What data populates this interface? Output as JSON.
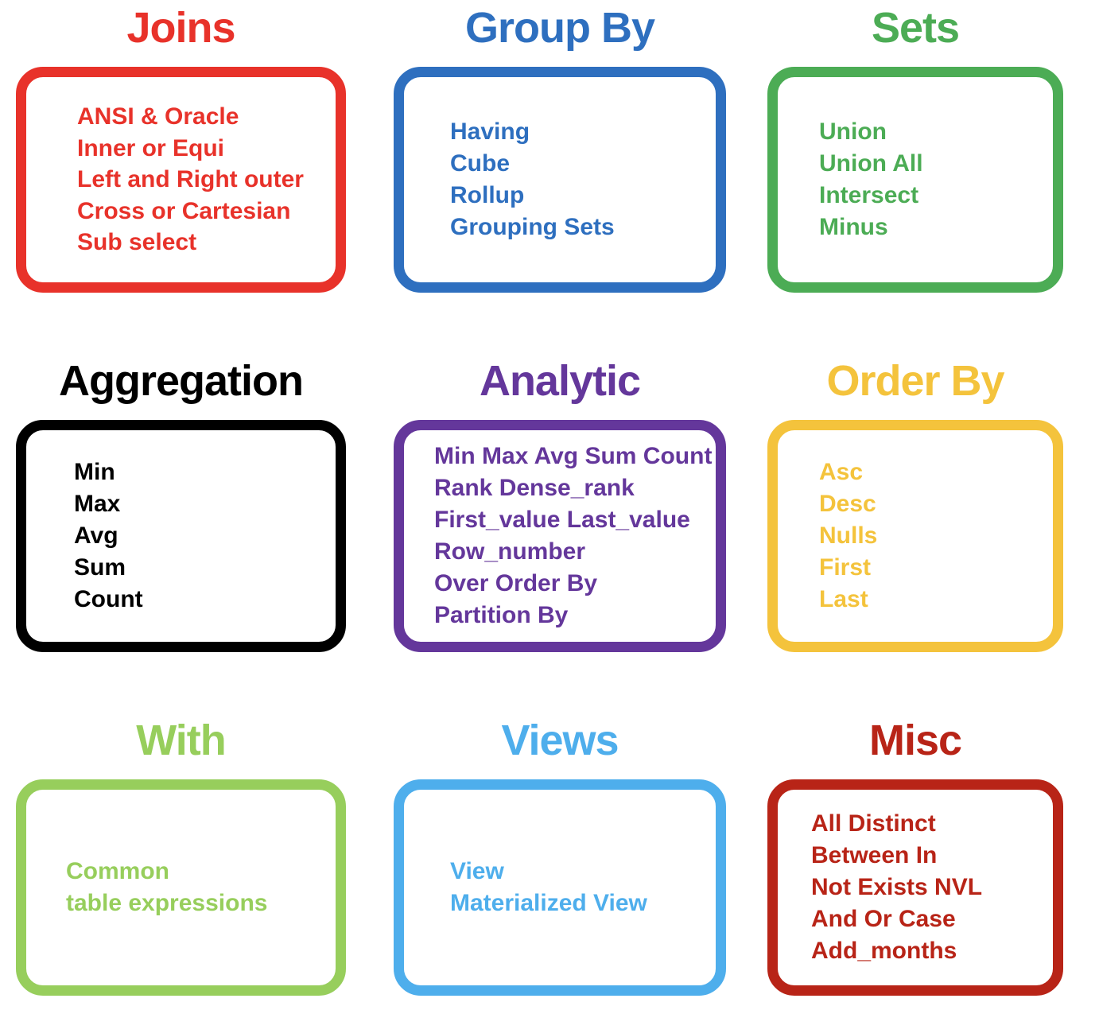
{
  "page": {
    "title": "SQL Topics Overview",
    "background": "#ffffff"
  },
  "cards": [
    {
      "title": "Joins",
      "color": "#e8322a",
      "border_color": "#e8322a",
      "text_color": "#e8322a",
      "items": [
        "ANSI & Oracle",
        "Inner or Equi",
        "Left and Right outer",
        "Cross or Cartesian",
        "Sub select"
      ]
    },
    {
      "title": "Group By",
      "color": "#2e6fbf",
      "border_color": "#2e6fbf",
      "text_color": "#2e6fbf",
      "items": [
        "Having",
        "Cube",
        "Rollup",
        "Grouping Sets"
      ]
    },
    {
      "title": "Sets",
      "color": "#4cac55",
      "border_color": "#4cac55",
      "text_color": "#4cac55",
      "items": [
        "Union",
        "Union All",
        "Intersect",
        "Minus"
      ]
    },
    {
      "title": "Aggregation",
      "color": "#000000",
      "border_color": "#000000",
      "text_color": "#000000",
      "items": [
        "Min",
        "Max",
        "Avg",
        "Sum",
        "Count"
      ]
    },
    {
      "title": "Analytic",
      "color": "#64379b",
      "border_color": "#64379b",
      "text_color": "#64379b",
      "items": [
        "Min Max Avg Sum Count",
        "Rank Dense_rank",
        "First_value Last_value",
        "Row_number",
        "Over Order By",
        "Partition By"
      ]
    },
    {
      "title": "Order By",
      "color": "#f4c33c",
      "border_color": "#f4c33c",
      "text_color": "#f4c33c",
      "items": [
        "Asc",
        "Desc",
        "Nulls",
        "First",
        "Last"
      ]
    },
    {
      "title": "With",
      "color": "#97ce5c",
      "border_color": "#97ce5c",
      "text_color": "#97ce5c",
      "items": [
        "Common",
        "table expressions"
      ]
    },
    {
      "title": "Views",
      "color": "#4eaeec",
      "border_color": "#4eaeec",
      "text_color": "#4eaeec",
      "items": [
        "View",
        "Materialized View"
      ]
    },
    {
      "title": "Misc",
      "color": "#b82417",
      "border_color": "#b82417",
      "text_color": "#b82417",
      "items": [
        "All Distinct",
        "Between In",
        "Not Exists NVL",
        "And Or Case",
        "Add_months"
      ]
    }
  ]
}
